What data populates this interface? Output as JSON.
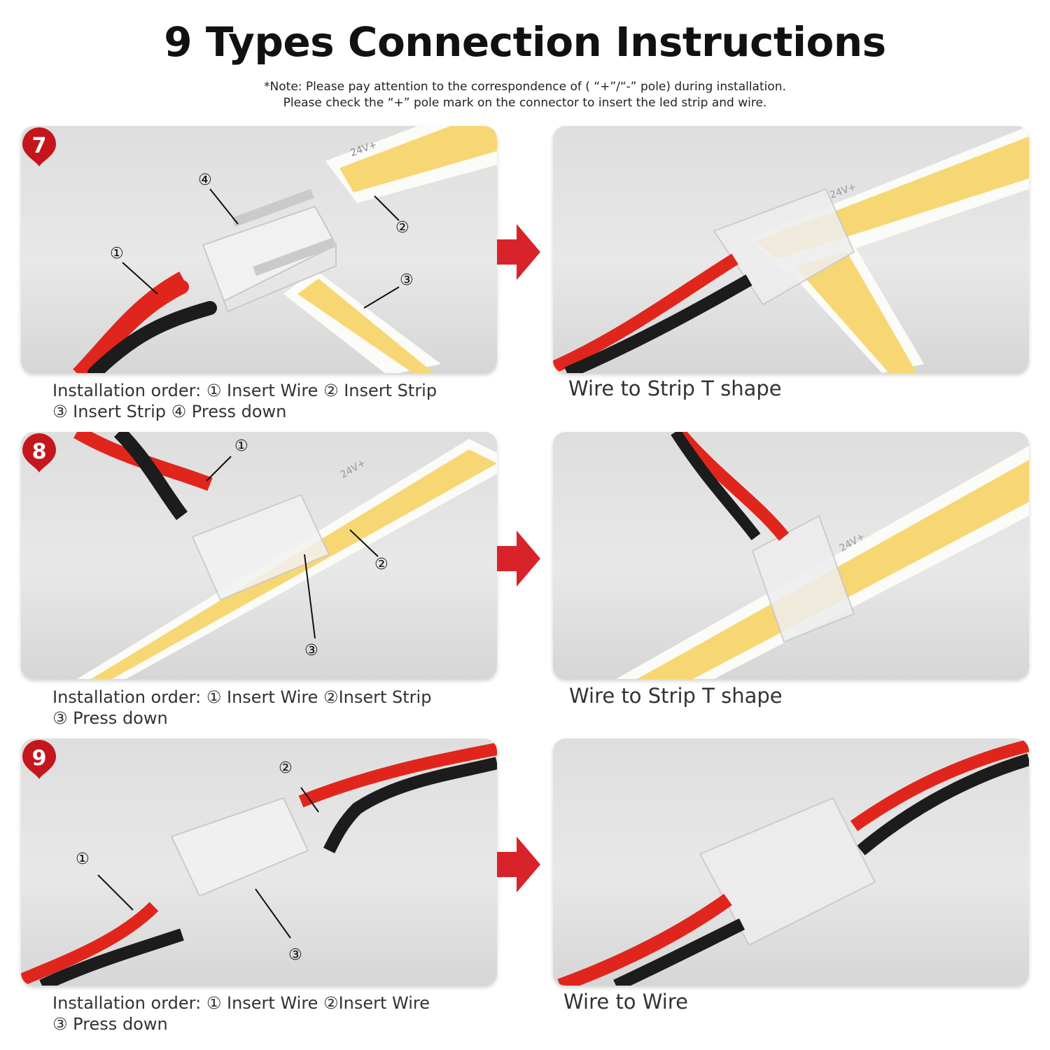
{
  "title": "9 Types Connection Instructions",
  "note": {
    "line1": "*Note: Please pay attention to the correspondence of ( “+”/“-” pole) during installation.",
    "line2": "Please check the “+” pole mark on the connector to insert the led strip and wire."
  },
  "strip_label": "24V+",
  "minus_label": "-",
  "rows": [
    {
      "number": "7",
      "markers": [
        "①",
        "②",
        "③",
        "④"
      ],
      "caption_line1": "Installation order: ① Insert Wire ② Insert Strip",
      "caption_line2": "③ Insert Strip ④ Press down",
      "result": "Wire to Strip T shape"
    },
    {
      "number": "8",
      "markers": [
        "①",
        "②",
        "③"
      ],
      "caption_line1": "Installation order: ① Insert Wire  ②Insert Strip",
      "caption_line2": "③ Press down",
      "result": "Wire to Strip T shape"
    },
    {
      "number": "9",
      "markers": [
        "①",
        "②",
        "③"
      ],
      "caption_line1": "Installation order: ① Insert Wire ②Insert Wire",
      "caption_line2": "③ Press down",
      "result": "Wire to Wire"
    }
  ],
  "colors": {
    "badge": "#c4161c",
    "arrow": "#d9232a",
    "wire_red": "#e0261c",
    "wire_black": "#1c1c1c",
    "led": "#f7d774",
    "strip": "#fbfbf8"
  }
}
